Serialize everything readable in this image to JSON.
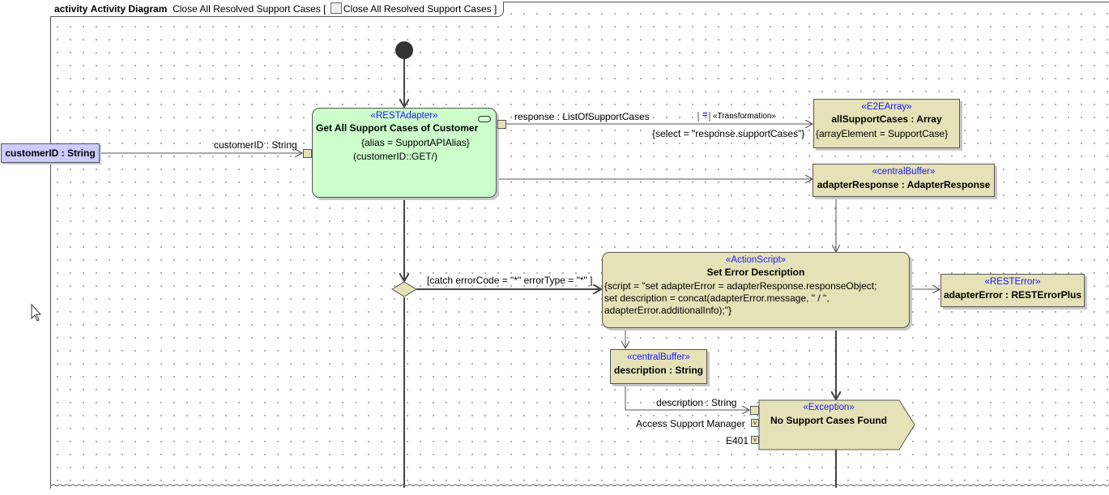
{
  "frame": {
    "kind": "activity",
    "title": "Activity Diagram",
    "name": "Close All Resolved Support Cases [",
    "ref": "Close All Resolved Support Cases ]"
  },
  "param": {
    "label": "customerID : String"
  },
  "initial_node": {},
  "rest_action": {
    "stereotype": "«RESTAdapter»",
    "name": "Get All Support Cases of Customer",
    "prop1": "{alias = SupportAPIAlias}",
    "prop2": "(customerID::GET/)",
    "in_pin_label": "customerID : String",
    "out_pin_label": "response : ListOfSupportCases"
  },
  "transformation": {
    "stereotype": "«Transformation»",
    "select": "{select = \"response.supportCases\"}"
  },
  "all_cases": {
    "stereotype": "«E2EArray»",
    "name": "allSupportCases : Array",
    "prop": "{arrayElement = SupportCase}"
  },
  "adapter_response": {
    "stereotype": "«centralBuffer»",
    "name": "adapterResponse : AdapterResponse"
  },
  "decision": {
    "guard": "[catch errorCode = \"*\" errorType = \"*\" ]"
  },
  "action_script": {
    "stereotype": "«ActionScript»",
    "name": "Set Error Description",
    "line1": "{script = \"set adapterError = adapterResponse.responseObject;",
    "line2": "set description = concat(adapterError.message, \" / \",",
    "line3": "adapterError.additionalInfo);\"}"
  },
  "adapter_error": {
    "stereotype": "«RESTError»",
    "name": "adapterError : RESTErrorPlus"
  },
  "description_buffer": {
    "stereotype": "«centralBuffer»",
    "name": "description : String"
  },
  "exception": {
    "stereotype": "«Exception»",
    "name": "No Support Cases Found",
    "pin_description": "description : String",
    "pin_manager": "Access Support Manager",
    "pin_code": "E401"
  },
  "colors": {
    "action_fill": "#ccffcc",
    "object_fill": "#e6e2b8",
    "param_fill": "#ccccff",
    "stereotype_text": "#1a1aff",
    "line": "#555555"
  }
}
